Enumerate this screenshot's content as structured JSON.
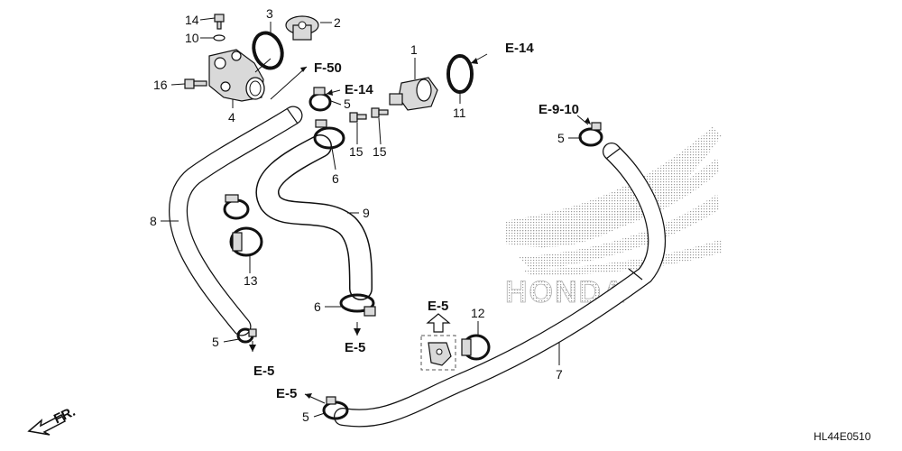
{
  "diagram": {
    "code": "HL44E0510",
    "front_label": "FR.",
    "watermark": "HONDA",
    "callouts": [
      {
        "id": "c1",
        "text": "1"
      },
      {
        "id": "c2",
        "text": "2"
      },
      {
        "id": "c3",
        "text": "3"
      },
      {
        "id": "c4",
        "text": "4"
      },
      {
        "id": "c5a",
        "text": "5"
      },
      {
        "id": "c5b",
        "text": "5"
      },
      {
        "id": "c5c",
        "text": "5"
      },
      {
        "id": "c5d",
        "text": "5"
      },
      {
        "id": "c6a",
        "text": "6"
      },
      {
        "id": "c6b",
        "text": "6"
      },
      {
        "id": "c7",
        "text": "7"
      },
      {
        "id": "c8",
        "text": "8"
      },
      {
        "id": "c9",
        "text": "9"
      },
      {
        "id": "c10",
        "text": "10"
      },
      {
        "id": "c11",
        "text": "11"
      },
      {
        "id": "c12",
        "text": "12"
      },
      {
        "id": "c13",
        "text": "13"
      },
      {
        "id": "c14",
        "text": "14"
      },
      {
        "id": "c15a",
        "text": "15"
      },
      {
        "id": "c15b",
        "text": "15"
      },
      {
        "id": "c16",
        "text": "16"
      }
    ],
    "references": [
      {
        "id": "r_e14a",
        "text": "E-14"
      },
      {
        "id": "r_e14b",
        "text": "E-14"
      },
      {
        "id": "r_f50",
        "text": "F-50"
      },
      {
        "id": "r_e910",
        "text": "E-9-10"
      },
      {
        "id": "r_e5a",
        "text": "E-5"
      },
      {
        "id": "r_e5b",
        "text": "E-5"
      },
      {
        "id": "r_e5c",
        "text": "E-5"
      },
      {
        "id": "r_e5d",
        "text": "E-5"
      }
    ]
  }
}
